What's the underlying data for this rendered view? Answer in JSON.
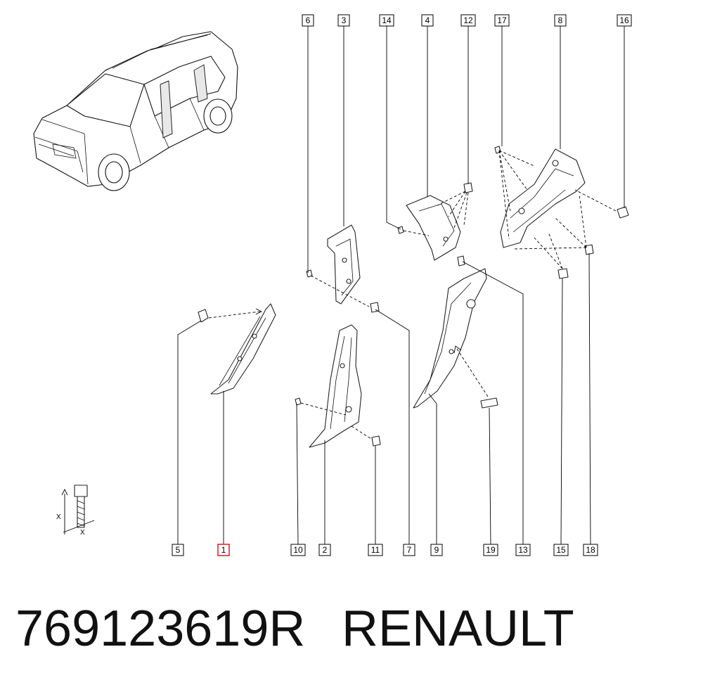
{
  "callouts": [
    {
      "label": "6"
    },
    {
      "label": "3"
    },
    {
      "label": "14"
    },
    {
      "label": "4"
    },
    {
      "label": "12"
    },
    {
      "label": "17"
    },
    {
      "label": "8"
    },
    {
      "label": "16"
    },
    {
      "label": "5"
    },
    {
      "label": "1"
    },
    {
      "label": "10"
    },
    {
      "label": "2"
    },
    {
      "label": "11"
    },
    {
      "label": "7"
    },
    {
      "label": "9"
    },
    {
      "label": "19"
    },
    {
      "label": "13"
    },
    {
      "label": "15"
    },
    {
      "label": "18"
    }
  ],
  "highlighted_callout": "1",
  "highlight_color": "#e0282e",
  "dimension_symbol": "X",
  "footer": {
    "part_number": "769123619R",
    "brand": "RENAULT"
  }
}
